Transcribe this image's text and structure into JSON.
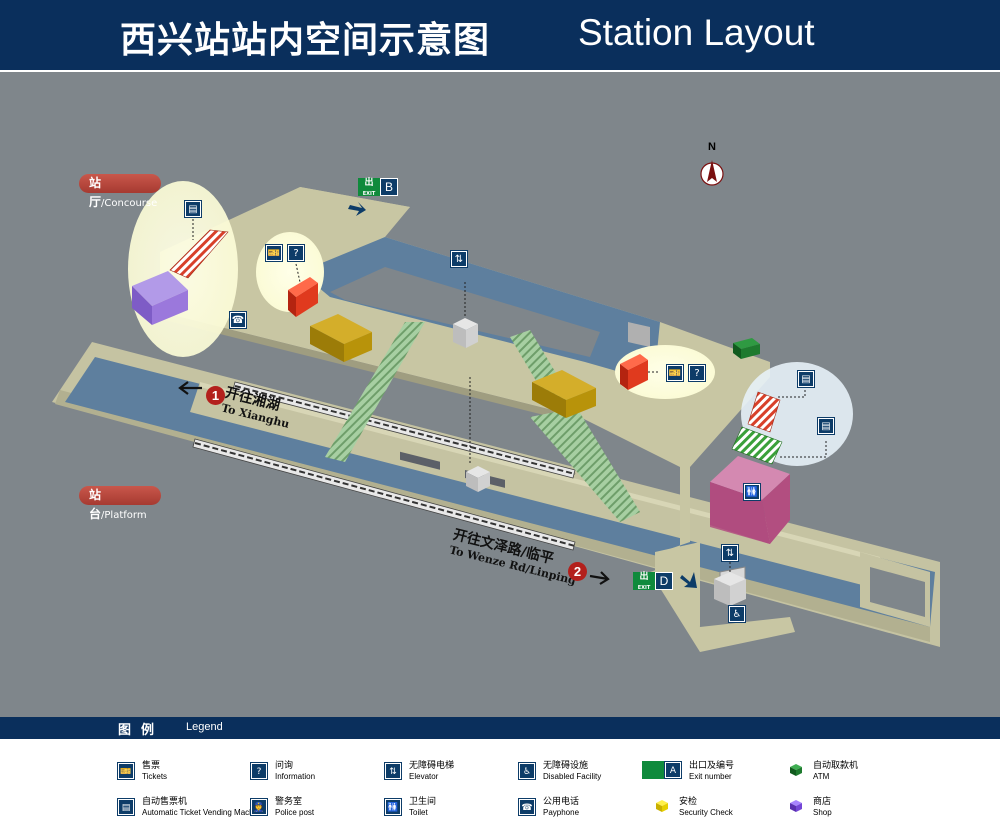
{
  "header": {
    "title_cn": "西兴站站内空间示意图",
    "title_en": "Station  Layout"
  },
  "map": {
    "level_concourse": {
      "cn": "站厅",
      "en": "/Concourse"
    },
    "level_platform": {
      "cn": "站台",
      "en": "/Platform"
    },
    "compass": "N",
    "direction_1": {
      "num": "1",
      "cn": "开往湘湖",
      "en": "To Xianghu"
    },
    "direction_2": {
      "num": "2",
      "cn": "开往文泽路/临平",
      "en": "To Wenze Rd/Linping"
    },
    "exit_b": {
      "glyph": "出",
      "sub": "EXIT",
      "letter": "B"
    },
    "exit_d": {
      "glyph": "出",
      "sub": "EXIT",
      "letter": "D"
    },
    "icons": {
      "ticket": "🎫",
      "info": "?",
      "elevator": "⇅",
      "disabled": "♿",
      "phone": "☎",
      "toilet": "🚻",
      "tvm": "▤"
    },
    "colors": {
      "concourse_floor": "#c8c6a3",
      "track_area": "#5e7f9e",
      "ticket_office": "#e03a1e",
      "security": "#b8930a",
      "tvm_stripe": "#d8402a",
      "gate_stripe": "#3aa03a",
      "shop": "#8b5bd9",
      "atm": "#1e7a2e",
      "toilet": "#b24e80",
      "stairs": "#8fbf8a"
    }
  },
  "legend": {
    "title_cn": "图例",
    "title_en": "Legend",
    "items": [
      {
        "icon": "ticket-icon",
        "glyph": "🎫",
        "cn": "售票",
        "en": "Tickets"
      },
      {
        "icon": "info-icon",
        "glyph": "?",
        "cn": "问询",
        "en": "Information"
      },
      {
        "icon": "elevator-icon",
        "glyph": "⇅",
        "cn": "无障碍电梯",
        "en": "Elevator"
      },
      {
        "icon": "disabled-icon",
        "glyph": "♿",
        "cn": "无障碍设施",
        "en": "Disabled Facility"
      },
      {
        "icon": "exit-icon",
        "glyph": "A",
        "cn": "出口及编号",
        "en": "Exit number"
      },
      {
        "icon": "atm-icon",
        "glyph": "",
        "cn": "自动取款机",
        "en": "ATM"
      },
      {
        "icon": "tvm-icon",
        "glyph": "▤",
        "cn": "自动售票机",
        "en": "Automatic Ticket Vending Machine"
      },
      {
        "icon": "police-icon",
        "glyph": "👮",
        "cn": "警务室",
        "en": "Police post"
      },
      {
        "icon": "toilet-icon",
        "glyph": "🚻",
        "cn": "卫生间",
        "en": "Toilet"
      },
      {
        "icon": "phone-icon",
        "glyph": "☎",
        "cn": "公用电话",
        "en": "Payphone"
      },
      {
        "icon": "security-icon",
        "glyph": "",
        "cn": "安检",
        "en": "Security Check"
      },
      {
        "icon": "shop-icon",
        "glyph": "",
        "cn": "商店",
        "en": "Shop"
      }
    ]
  }
}
